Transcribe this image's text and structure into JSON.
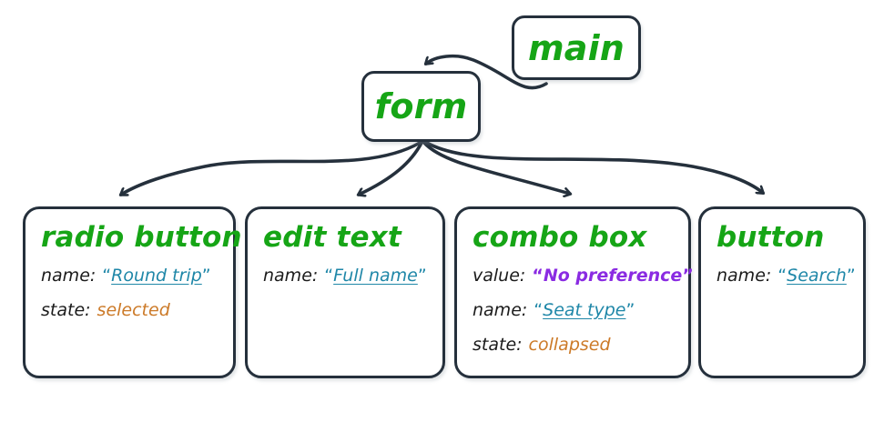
{
  "diagram": {
    "title": "accessibility-tree",
    "stroke_color": "#25303c",
    "node_title_color": "#16a516",
    "link_value_color": "#1f87a8",
    "value_color": "#8a2be2",
    "state_color": "#cc7a28",
    "background": "#ffffff"
  },
  "nodes": {
    "main": {
      "title": "main"
    },
    "form": {
      "title": "form"
    },
    "radio_button": {
      "title": "radio button",
      "attrs": [
        {
          "key": "name:",
          "value": "Round trip",
          "style": "link",
          "quoted": true
        },
        {
          "key": "state:",
          "value": "selected",
          "style": "state",
          "quoted": false
        }
      ]
    },
    "edit_text": {
      "title": "edit text",
      "attrs": [
        {
          "key": "name:",
          "value": "Full name",
          "style": "link",
          "quoted": true
        }
      ]
    },
    "combo_box": {
      "title": "combo box",
      "attrs": [
        {
          "key": "value:",
          "value": "No preference",
          "style": "value",
          "quoted": true
        },
        {
          "key": "name:",
          "value": "Seat type",
          "style": "link",
          "quoted": true
        },
        {
          "key": "state:",
          "value": "collapsed",
          "style": "state",
          "quoted": false
        }
      ]
    },
    "button": {
      "title": "button",
      "attrs": [
        {
          "key": "name:",
          "value": "Search",
          "style": "link",
          "quoted": true
        }
      ]
    }
  },
  "edges": [
    {
      "from": "main",
      "to": "form"
    },
    {
      "from": "form",
      "to": "radio_button"
    },
    {
      "from": "form",
      "to": "edit_text"
    },
    {
      "from": "form",
      "to": "combo_box"
    },
    {
      "from": "form",
      "to": "button"
    }
  ],
  "quotes": {
    "open": "“",
    "close": "”"
  }
}
